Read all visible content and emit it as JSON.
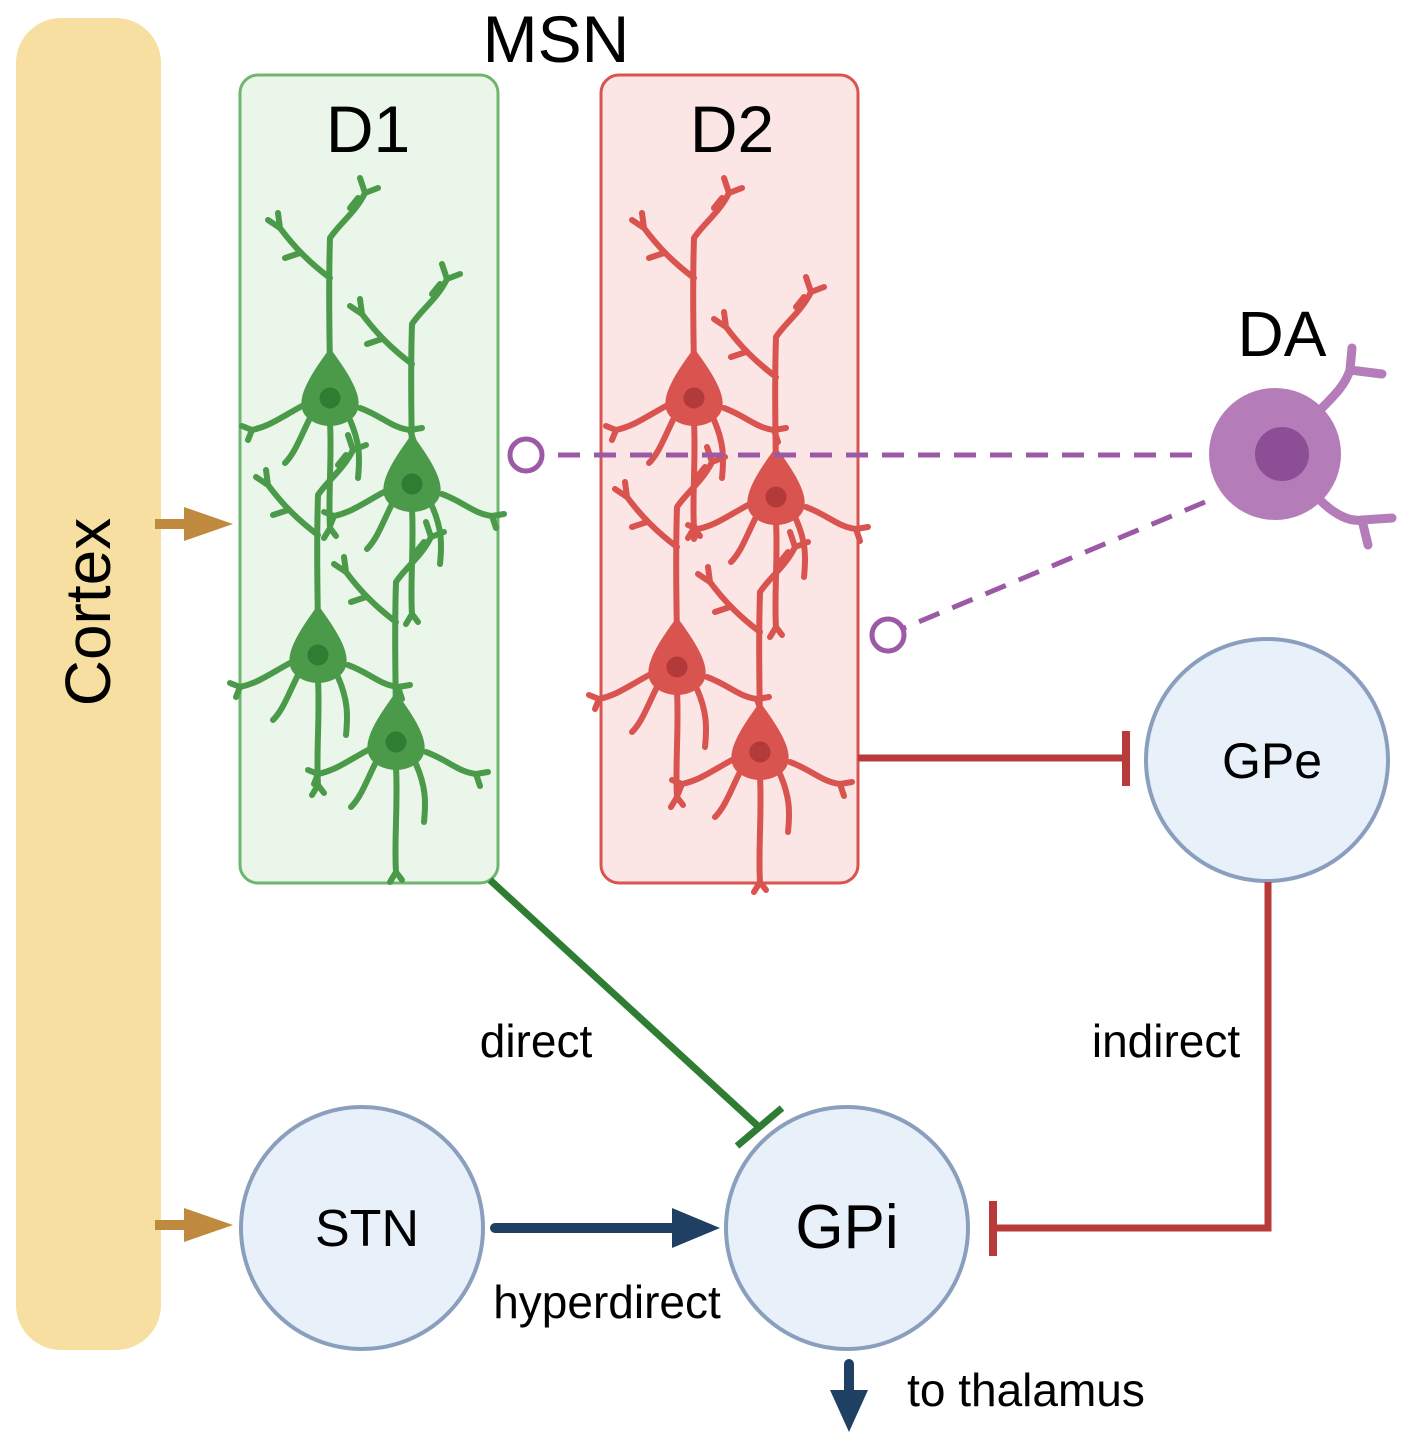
{
  "labels": {
    "cortex": "Cortex",
    "msn": "MSN",
    "d1": "D1",
    "d2": "D2",
    "da": "DA",
    "gpe": "GPe",
    "gpi": "GPi",
    "stn": "STN",
    "direct": "direct",
    "indirect": "indirect",
    "hyperdirect": "hyperdirect",
    "to_thalamus": "to thalamus"
  },
  "colors": {
    "cortex": "#f7dfa1",
    "cortex_arrow": "#c08a3e",
    "d1_fill": "#eaf6ea",
    "d1_stroke": "#6fb56f",
    "d1_neuron": "#4a9a4a",
    "d1_soma": "#2e7d32",
    "d2_fill": "#fbe5e5",
    "d2_stroke": "#d9534f",
    "d2_neuron": "#d9534f",
    "d2_soma": "#b33a3a",
    "direct_path": "#2e7d32",
    "indirect_path": "#b83a3a",
    "hyperdirect_path": "#1f3f63",
    "dopamine": "#9b59a6",
    "dopamine_fill": "#b57cba",
    "dopamine_nucleus": "#8c4f96",
    "nucleus_fill": "#e8f0fa",
    "nucleus_stroke": "#8a9fbd"
  }
}
